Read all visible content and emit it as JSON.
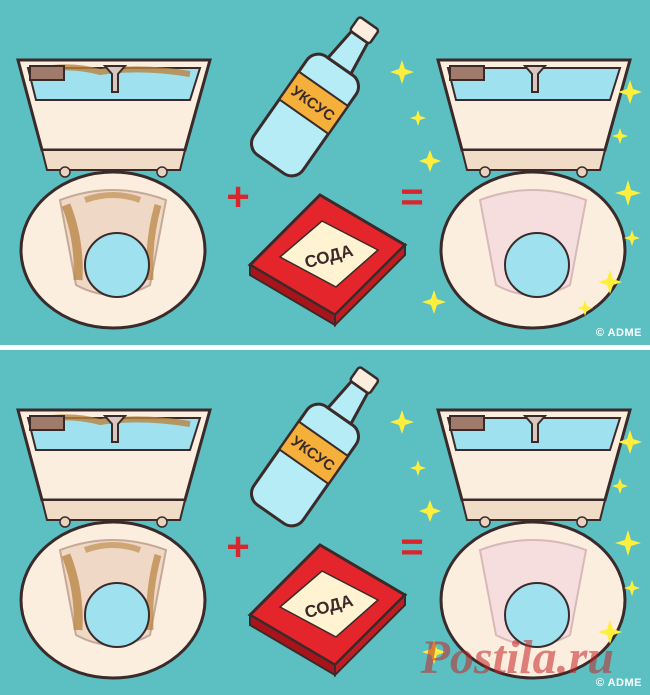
{
  "colors": {
    "background": "#5cc0c2",
    "toilet": "#fbeede",
    "water": "#9fe1ee",
    "stain": "#b8833f",
    "soda_box": "#e4262c",
    "bottle_label": "#f4b03a",
    "sparkle": "#ffef3d",
    "symbol": "#d9252c"
  },
  "panels": [
    {
      "id": "top",
      "bottle_label": "УКСУС",
      "box_label": "СОДА",
      "plus": "+",
      "equals": "=",
      "credit": "© ADME"
    },
    {
      "id": "bottom",
      "bottle_label": "УКСУС",
      "box_label": "СОДА",
      "plus": "+",
      "equals": "=",
      "credit": "© ADME"
    }
  ],
  "watermark": "Postila.ru",
  "icons": [
    "dirty-toilet-icon",
    "vinegar-bottle-icon",
    "soda-box-icon",
    "clean-toilet-icon",
    "sparkle-icon"
  ]
}
